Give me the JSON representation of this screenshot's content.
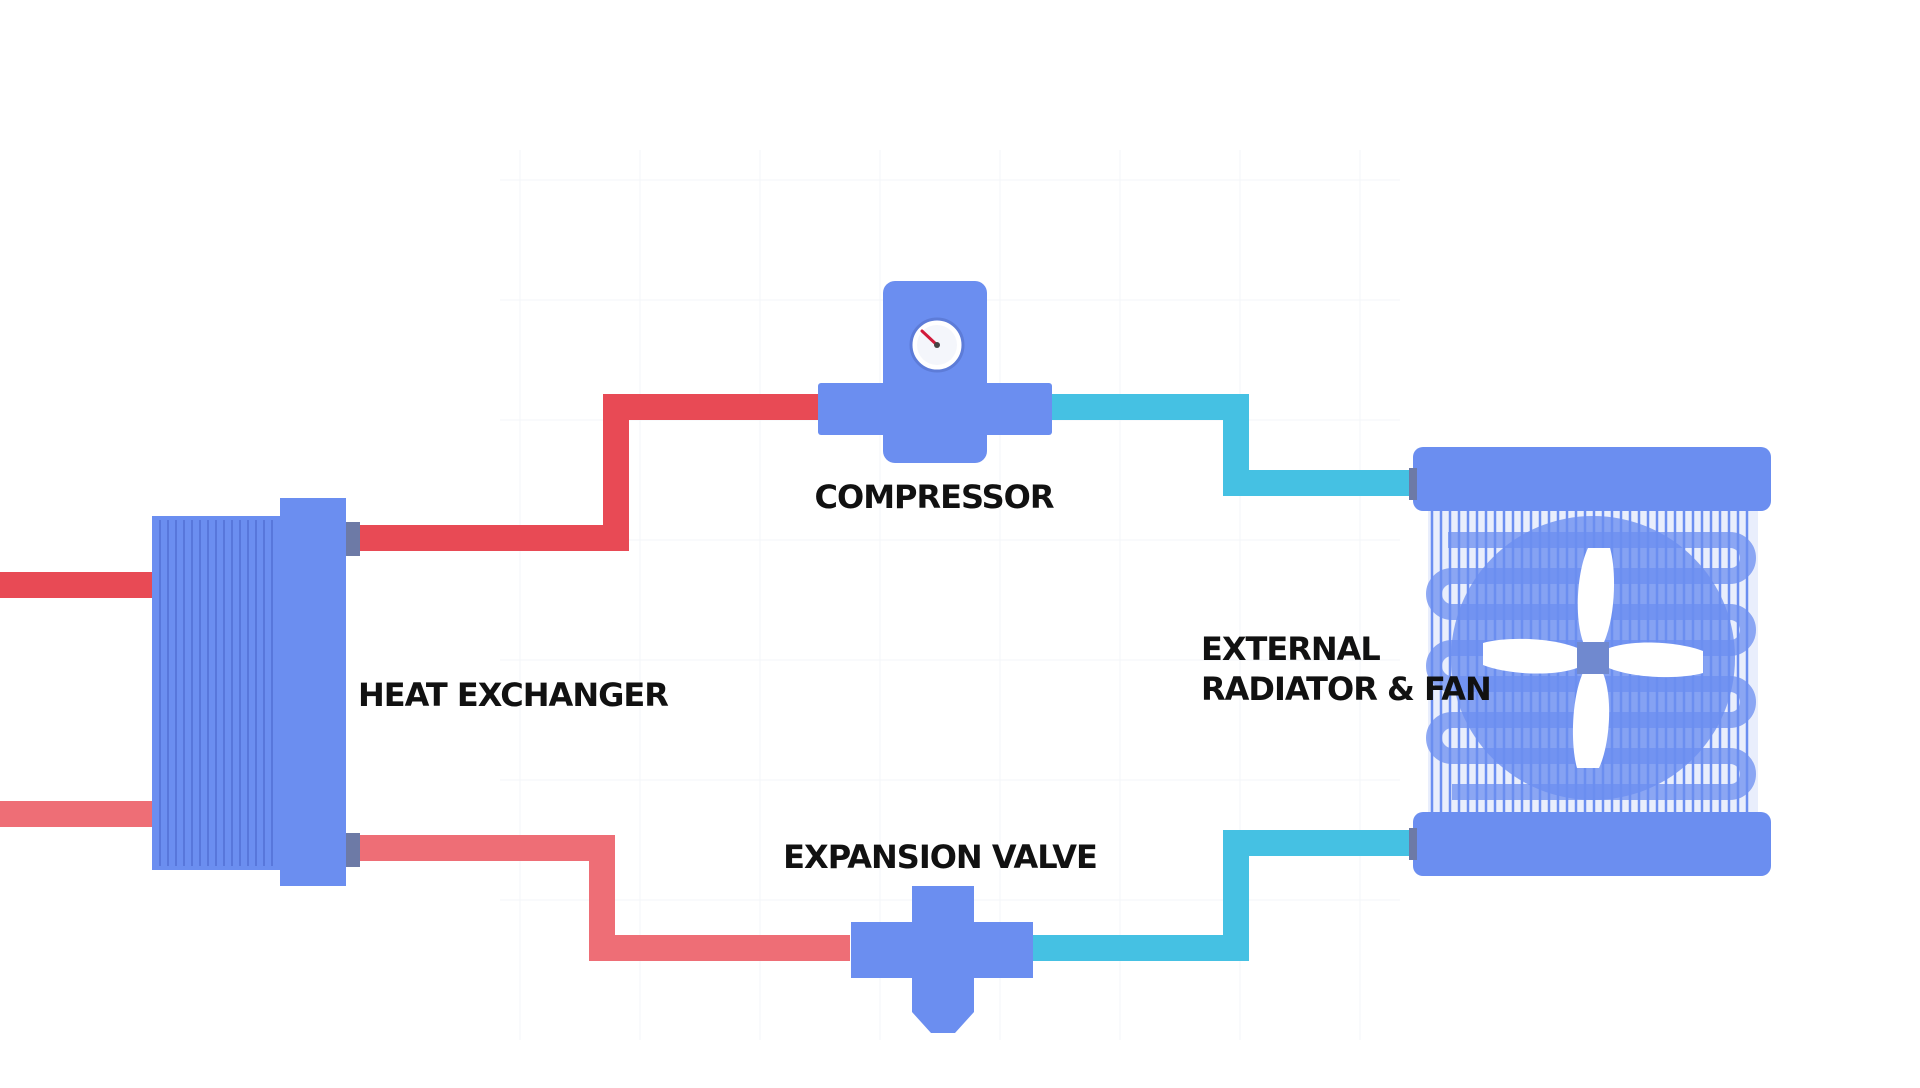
{
  "labels": {
    "compressor": "COMPRESSOR",
    "heat_exchanger": "HEAT EXCHANGER",
    "expansion_valve": "EXPANSION VALVE",
    "radiator_line1": "EXTERNAL",
    "radiator_line2": "RADIATOR & FAN"
  },
  "colors": {
    "hot_pipe": "#E84A55",
    "warm_pipe": "#EE6E76",
    "cold_pipe": "#45C1E3",
    "component": "#6B8EF0",
    "component_dark": "#5877DB",
    "connector": "#6D7AA6",
    "fan_blade": "#FFFFFF",
    "gauge_needle": "#D11A3A"
  }
}
